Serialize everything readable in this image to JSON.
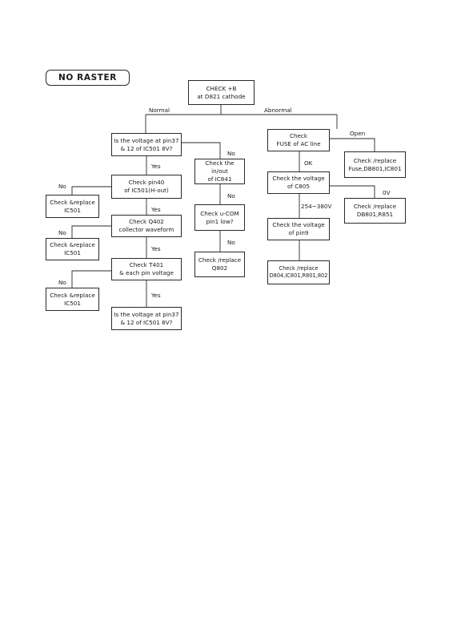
{
  "title": "NO RASTER",
  "boxes": {
    "check_b": "CHECK  +B\nat D821 cathode",
    "pin37_top": "Is the voltage at pin37\n& 12 of IC501 8V?",
    "check_pin40": "Check pin40\nof IC501(H-out)",
    "check_q402": "Check Q402\ncollector waveform",
    "check_t401": "Check T401\n& each pin voltage",
    "pin37_bottom": "Is the voltage at pin37\n& 12 of IC501 8V?",
    "replace_ic501_1": "Check &replace\nIC501",
    "replace_ic501_2": "Check &replace\nIC501",
    "replace_ic501_3": "Check &replace\nIC501",
    "check_ic841": "Check the in/out\nof IC841",
    "check_ucom": "Check u-COM\npin1 low?",
    "replace_q802": "Check /replace\nQ802",
    "check_fuse": "Check\nFUSE of AC line",
    "replace_fuse": "Check /replace\nFuse,DB801,IC801",
    "check_c805": "Check the voltage\nof C805",
    "replace_db801": "Check /replace\nDB801,R851",
    "check_pin9": "Check the voltage\nof pin9",
    "replace_d804": "Check /replace\nD804,IC801,R801,802"
  },
  "labels": {
    "normal": "Normal",
    "abnormal": "Abnormal",
    "yes_1": "Yes",
    "yes_2": "Yes",
    "yes_3": "Yes",
    "yes_4": "Yes",
    "no_1": "No",
    "no_2": "No",
    "no_3": "No",
    "no_4": "No",
    "no_5": "No",
    "no_6": "No",
    "open": "Open",
    "ok": "OK",
    "zero_v": "0V",
    "range_v": "254~380V"
  }
}
